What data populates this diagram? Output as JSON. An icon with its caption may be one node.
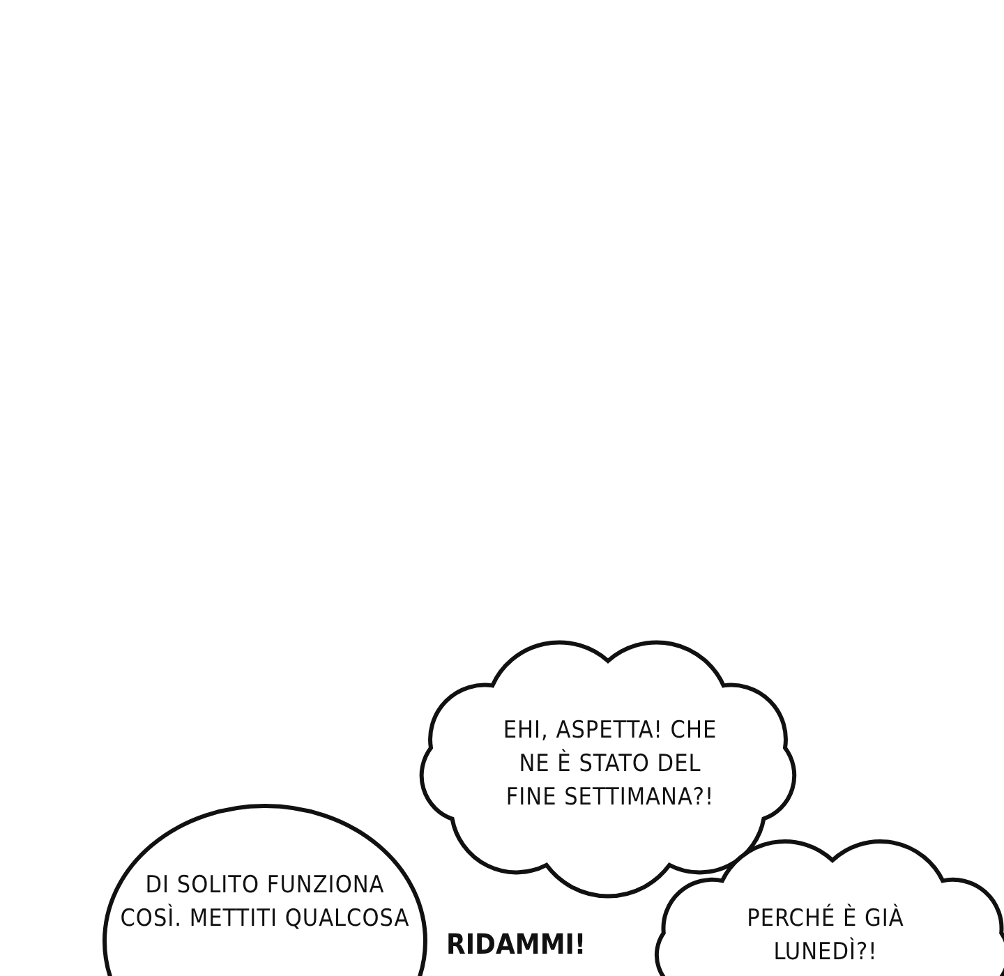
{
  "diagram": {
    "nodes": [
      {
        "text": [
          "EHI, ASPETTA! CHE NE È STATO DEL FINE SETTIMANA?!"
        ]
      },
      {
        "text": [
          "DI SOLITO FUNZIONA COSÌ. METTITI QUALCOSA"
        ]
      },
      {
        "text": [
          "PERCHÉ È GIÀ LUNEDÌ?!"
        ]
      }
    ],
    "labels": [
      "RIDAMMI!"
    ]
  }
}
